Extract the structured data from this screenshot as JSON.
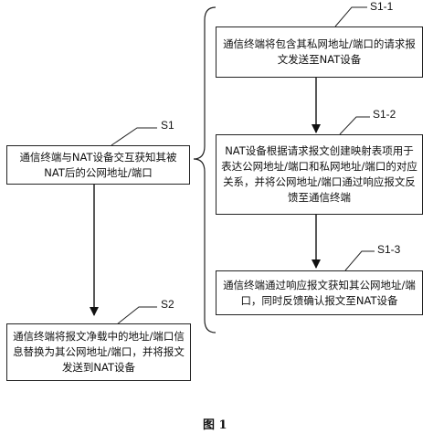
{
  "diagram": {
    "steps": {
      "s1": {
        "label": "S1",
        "text": "通信终端与NAT设备交互获知其被NAT后的公网地址/端口"
      },
      "s2": {
        "label": "S2",
        "text": "通信终端将报文净载中的地址/端口信息替换为其公网地址/端口，并将报文发送到NAT设备"
      },
      "s1_1": {
        "label": "S1-1",
        "text": "通信终端将包含其私网地址/端口的请求报文发送至NAT设备"
      },
      "s1_2": {
        "label": "S1-2",
        "text": "NAT设备根据请求报文创建映射表项用于表达公网地址/端口和私网地址/端口的对应关系，并将公网地址/端口通过响应报文反馈至通信终端"
      },
      "s1_3": {
        "label": "S1-3",
        "text": "通信终端通过响应报文获知其公网地址/端口，同时反馈确认报文至NAT设备"
      }
    },
    "caption": "图 1"
  }
}
